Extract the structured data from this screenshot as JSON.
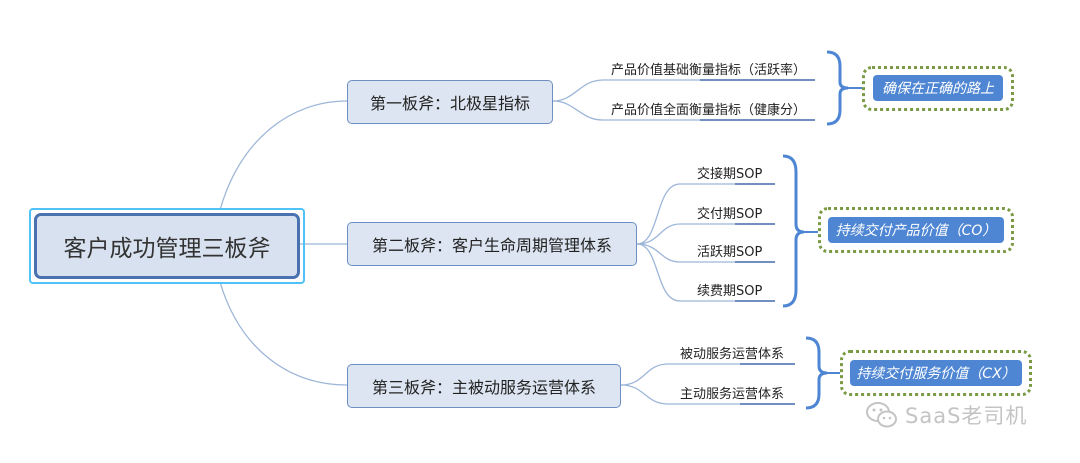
{
  "root": {
    "label": "客户成功管理三板斧"
  },
  "axes": [
    {
      "label": "第一板斧：北极星指标",
      "items": [
        "产品价值基础衡量指标（活跃率）",
        "产品价值全面衡量指标（健康分）"
      ],
      "goal": "确保在正确的路上"
    },
    {
      "label": "第二板斧：客户生命周期管理体系",
      "items": [
        "交接期SOP",
        "交付期SOP",
        "活跃期SOP",
        "续费期SOP"
      ],
      "goal": "持续交付产品价值（CO）"
    },
    {
      "label": "第三板斧：主被动服务运营体系",
      "items": [
        "被动服务运营体系",
        "主动服务运营体系"
      ],
      "goal": "持续交付服务价值（CX）"
    }
  ],
  "watermark": {
    "text": "SaaS老司机",
    "icon": "wechat-icon"
  },
  "colors": {
    "line": "#9db6d8",
    "brace": "#4f86d3",
    "goal_bg": "#4f86d3",
    "goal_border": "#7a9a44",
    "root_border": "#4a72b0"
  }
}
